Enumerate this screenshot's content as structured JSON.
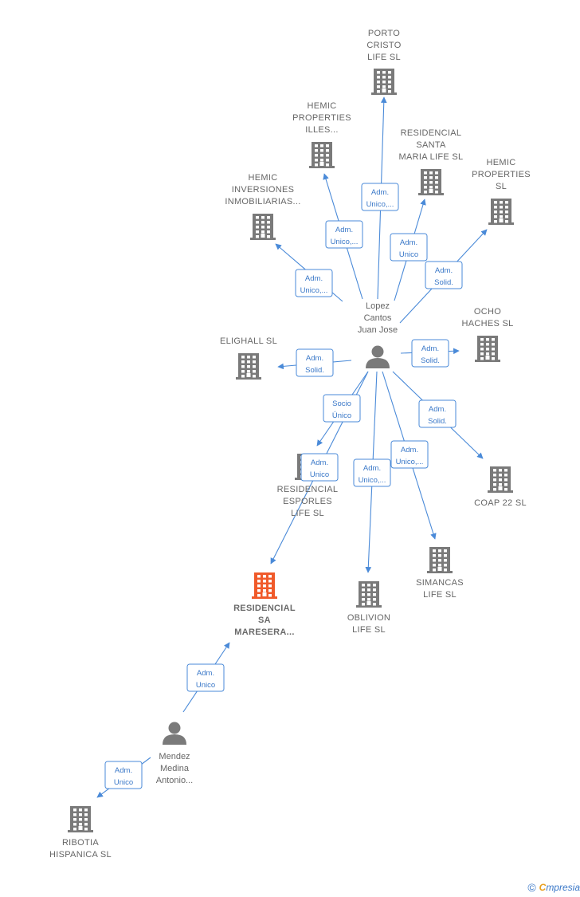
{
  "colors": {
    "edge": "#4a8ad8",
    "building": "#7a7a7a",
    "building_main": "#f05a2a",
    "person": "#7a7a7a"
  },
  "companies": [
    {
      "id": "porto",
      "lines": [
        "PORTO",
        "CRISTO",
        "LIFE  SL"
      ]
    },
    {
      "id": "hprop_illes",
      "lines": [
        "HEMIC",
        "PROPERTIES",
        "ILLES..."
      ]
    },
    {
      "id": "res_santa",
      "lines": [
        "RESIDENCIAL",
        "SANTA",
        "MARIA LIFE  SL"
      ]
    },
    {
      "id": "hemic_inv",
      "lines": [
        "HEMIC",
        "INVERSIONES",
        "INMOBILIARIAS..."
      ]
    },
    {
      "id": "hemic_prop",
      "lines": [
        "HEMIC",
        "PROPERTIES",
        "SL"
      ]
    },
    {
      "id": "ocho",
      "lines": [
        "OCHO",
        "HACHES  SL"
      ]
    },
    {
      "id": "elighall",
      "lines": [
        "ELIGHALL  SL"
      ]
    },
    {
      "id": "res_esporles",
      "lines": [
        "RESIDENCIAL",
        "ESPORLES",
        "LIFE  SL"
      ]
    },
    {
      "id": "coap",
      "lines": [
        "COAP 22  SL"
      ]
    },
    {
      "id": "simancas",
      "lines": [
        "SIMANCAS",
        "LIFE  SL"
      ]
    },
    {
      "id": "oblivion",
      "lines": [
        "OBLIVION",
        "LIFE  SL"
      ]
    },
    {
      "id": "res_maresera",
      "lines": [
        "RESIDENCIAL",
        "SA",
        "MARESERA..."
      ],
      "main": true
    },
    {
      "id": "ribotia",
      "lines": [
        "RIBOTIA",
        "HISPANICA  SL"
      ]
    }
  ],
  "persons": [
    {
      "id": "lopez",
      "lines": [
        "Lopez",
        "Cantos",
        "Juan Jose"
      ]
    },
    {
      "id": "mendez",
      "lines": [
        "Mendez",
        "Medina",
        "Antonio..."
      ]
    }
  ],
  "edges": [
    {
      "from": "lopez",
      "to": "porto",
      "label": [
        "Adm.",
        "Unico,..."
      ]
    },
    {
      "from": "lopez",
      "to": "hprop_illes",
      "label": [
        "Adm.",
        "Unico,..."
      ]
    },
    {
      "from": "lopez",
      "to": "res_santa",
      "label": [
        "Adm.",
        "Unico"
      ]
    },
    {
      "from": "lopez",
      "to": "hemic_inv",
      "label": [
        "Adm.",
        "Unico,..."
      ]
    },
    {
      "from": "lopez",
      "to": "hemic_prop",
      "label": [
        "Adm.",
        "Solid."
      ]
    },
    {
      "from": "lopez",
      "to": "ocho",
      "label": [
        "Adm.",
        "Solid."
      ]
    },
    {
      "from": "lopez",
      "to": "elighall",
      "label": [
        "Adm.",
        "Solid."
      ]
    },
    {
      "from": "lopez",
      "to": "res_esporles",
      "label": [
        "Socio",
        "Único"
      ]
    },
    {
      "from": "lopez",
      "to": "res_maresera",
      "label": [
        "Adm.",
        "Unico"
      ]
    },
    {
      "from": "lopez",
      "to": "coap",
      "label": [
        "Adm.",
        "Solid."
      ]
    },
    {
      "from": "lopez",
      "to": "simancas",
      "label": [
        "Adm.",
        "Unico,..."
      ]
    },
    {
      "from": "lopez",
      "to": "oblivion",
      "label": [
        "Adm.",
        "Unico,..."
      ]
    },
    {
      "from": "mendez",
      "to": "res_maresera",
      "label": [
        "Adm.",
        "Unico"
      ]
    },
    {
      "from": "mendez",
      "to": "ribotia",
      "label": [
        "Adm.",
        "Unico"
      ]
    }
  ],
  "footer": {
    "copyright": "©",
    "brand_first": "C",
    "brand_rest": "mpresia"
  }
}
